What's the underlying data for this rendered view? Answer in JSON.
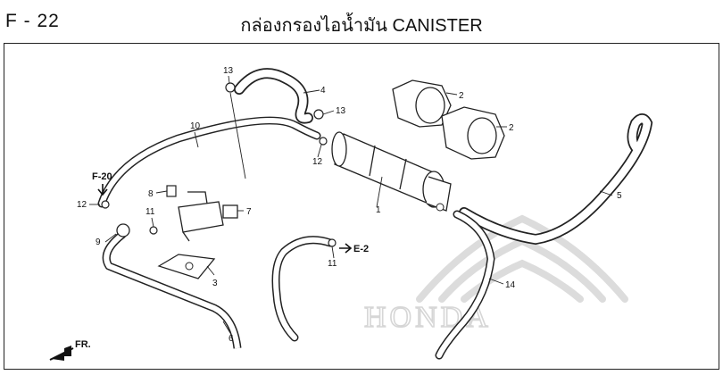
{
  "header": {
    "code": "F - 22",
    "title": "กล่องกรองไอน้ำมัน  CANISTER"
  },
  "watermark": {
    "brand": "HONDA"
  },
  "references": {
    "f20": "F-20",
    "e2": "E-2",
    "front": "FR."
  },
  "parts": [
    {
      "id": "part-1",
      "label": "1"
    },
    {
      "id": "part-2a",
      "label": "2"
    },
    {
      "id": "part-2b",
      "label": "2"
    },
    {
      "id": "part-3",
      "label": "3"
    },
    {
      "id": "part-4",
      "label": "4"
    },
    {
      "id": "part-5",
      "label": "5"
    },
    {
      "id": "part-6",
      "label": "6"
    },
    {
      "id": "part-7",
      "label": "7"
    },
    {
      "id": "part-8",
      "label": "8"
    },
    {
      "id": "part-9",
      "label": "9"
    },
    {
      "id": "part-10",
      "label": "10"
    },
    {
      "id": "part-11a",
      "label": "11"
    },
    {
      "id": "part-11b",
      "label": "11"
    },
    {
      "id": "part-12a",
      "label": "12"
    },
    {
      "id": "part-12b",
      "label": "12"
    },
    {
      "id": "part-13a",
      "label": "13"
    },
    {
      "id": "part-13b",
      "label": "13"
    },
    {
      "id": "part-14",
      "label": "14"
    }
  ]
}
